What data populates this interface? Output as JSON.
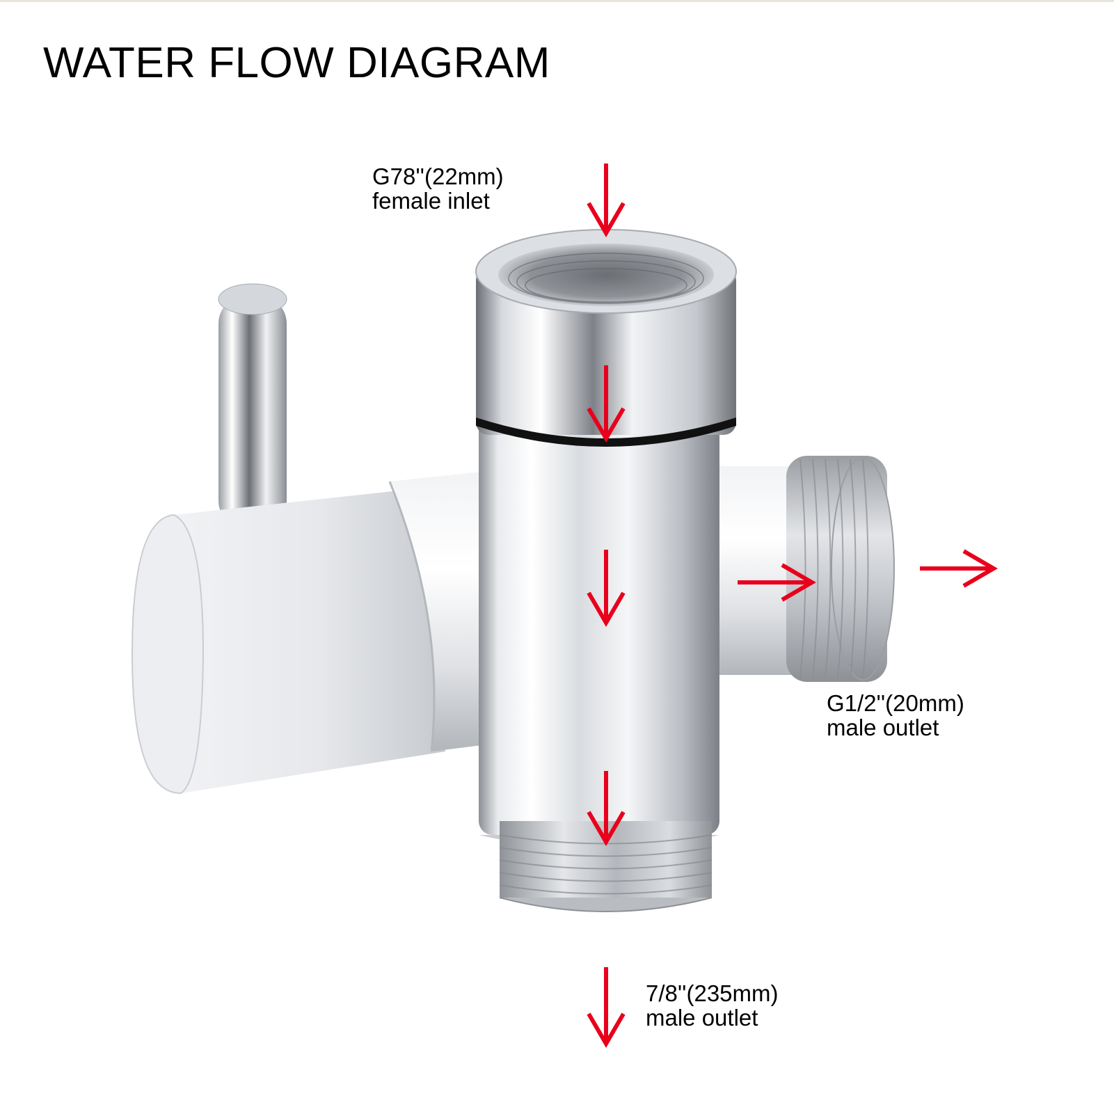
{
  "title": "WATER FLOW DIAGRAM",
  "labels": {
    "inlet": {
      "size": "G78''(22mm)",
      "type": "female inlet"
    },
    "side_outlet": {
      "size": "G1/2''(20mm)",
      "type": "male outlet"
    },
    "bottom_outlet": {
      "size": "7/8''(235mm)",
      "type": "male outlet"
    }
  },
  "colors": {
    "arrow": "#e8001c",
    "chrome_light": "#f4f5f7",
    "chrome_mid": "#c9ccd1",
    "chrome_dark": "#5a5d63",
    "text": "#000000"
  },
  "icons": {
    "flow_arrow": "arrow-icon"
  }
}
